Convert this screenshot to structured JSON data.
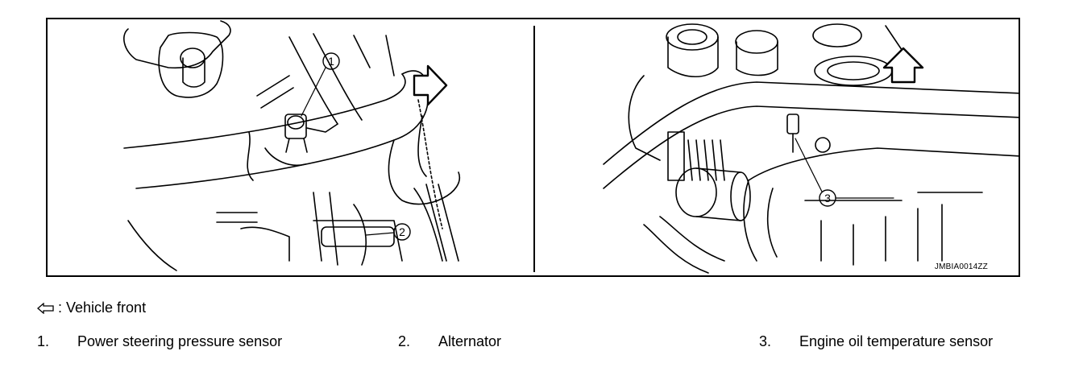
{
  "figure": {
    "image_code": "JMBIA0014ZZ",
    "callouts": [
      "1",
      "2",
      "3"
    ]
  },
  "legend": {
    "arrow_icon": "hollow-left-arrow-icon",
    "vehicle_front": ": Vehicle front"
  },
  "items": [
    {
      "num": "1.",
      "label": "Power steering pressure sensor"
    },
    {
      "num": "2.",
      "label": "Alternator"
    },
    {
      "num": "3.",
      "label": "Engine oil temperature sensor"
    }
  ]
}
